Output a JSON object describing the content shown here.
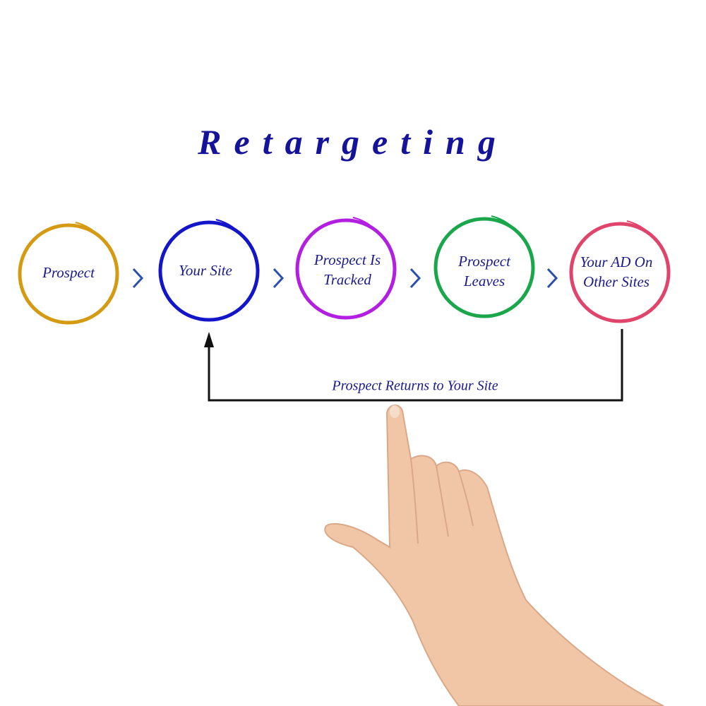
{
  "title": "Retargeting",
  "steps": [
    {
      "label": "Prospect",
      "color": "#d49a12"
    },
    {
      "label": "Your Site",
      "color": "#1414c8"
    },
    {
      "label": "Prospect Is Tracked",
      "color": "#b21fe0"
    },
    {
      "label": "Prospect Leaves",
      "color": "#1aa64a"
    },
    {
      "label": "Your AD On Other Sites",
      "color": "#e0446a"
    }
  ],
  "return_label": "Prospect Returns to Your Site",
  "chevron_color": "#2a4fb0",
  "line_color": "#111111"
}
